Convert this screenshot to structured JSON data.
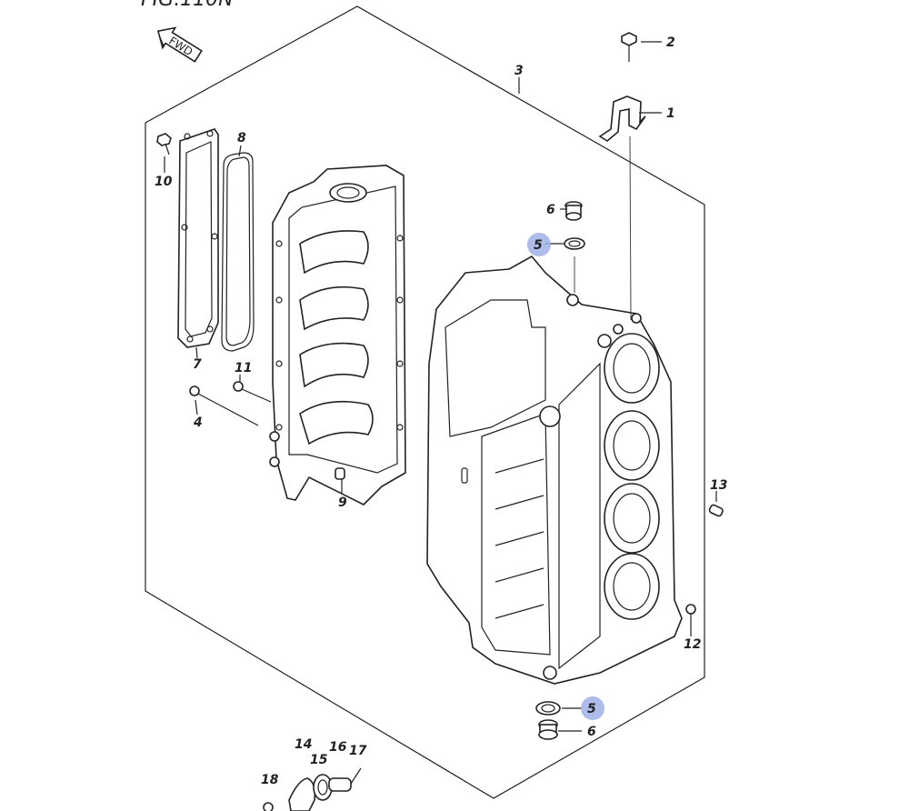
{
  "figure": {
    "title_fragment": "FIG.110N",
    "fwd_arrow_text": "FWD",
    "highlight_color": "#9fb0e6"
  },
  "callouts": {
    "c1": "1",
    "c2": "2",
    "c3": "3",
    "c4": "4",
    "c5a": "5",
    "c5b": "5",
    "c6a": "6",
    "c6b": "6",
    "c7": "7",
    "c8": "8",
    "c9": "9",
    "c10": "10",
    "c11": "11",
    "c12": "12",
    "c13": "13",
    "c14": "14",
    "c15": "15",
    "c16": "16",
    "c17": "17",
    "c18": "18"
  }
}
